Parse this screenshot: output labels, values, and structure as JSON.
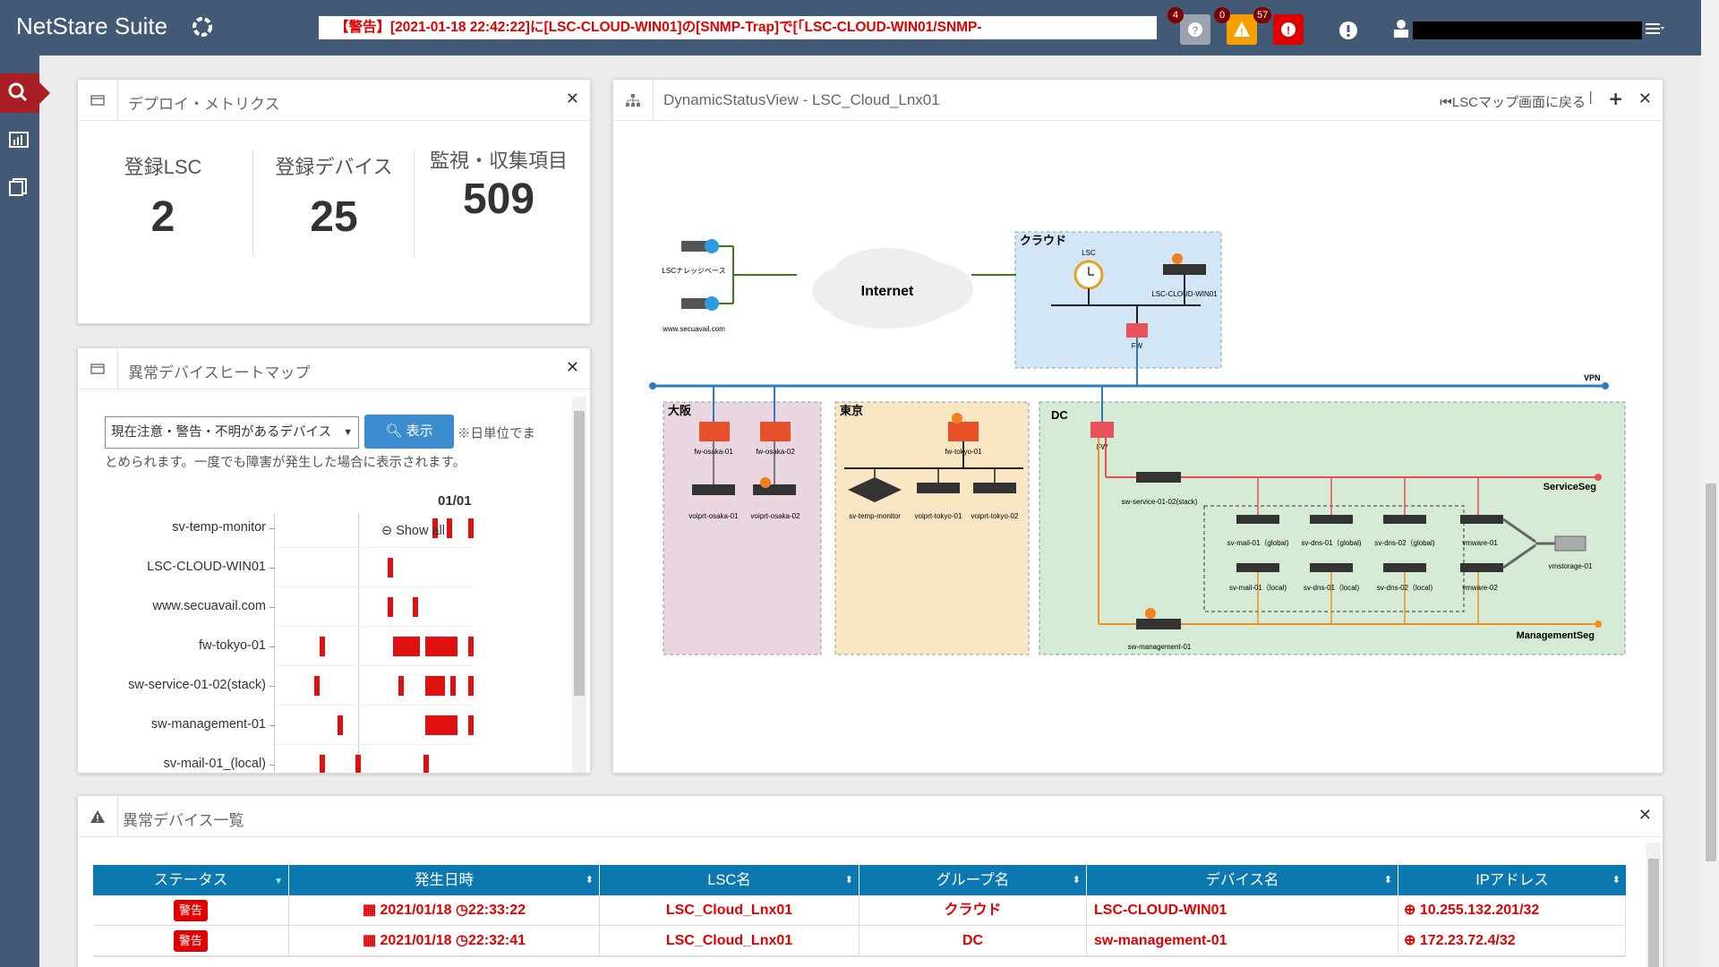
{
  "header": {
    "brand": "NetStare Suite",
    "ticker": "【警告】[2021-01-18 22:42:22]に[LSC-CLOUD-WIN01]の[SNMP-Trap]で[「LSC-CLOUD-WIN01/SNMP-",
    "badges": {
      "unknown": "4",
      "warning": "0",
      "error": "57"
    }
  },
  "metrics_panel": {
    "title": "デプロイ・メトリクス",
    "items": [
      {
        "label": "登録LSC",
        "value": "2"
      },
      {
        "label": "登録デバイス",
        "value": "25"
      },
      {
        "label": "監視・収集項目",
        "value": "509"
      }
    ]
  },
  "heatmap_panel": {
    "title": "異常デバイスヒートマップ",
    "filter_value": "現在注意・警告・不明があるデバイス",
    "show_button": "表示",
    "note_a": "※日単位でま",
    "note_b": "とめられます。一度でも障害が発生した場合に表示されます。",
    "date_label": "01/01",
    "show_all": "Show all",
    "rows": [
      "sv-temp-monitor",
      "LSC-CLOUD-WIN01",
      "www.secuavail.com",
      "fw-tokyo-01",
      "sw-service-01-02(stack)",
      "sw-management-01",
      "sv-mail-01_(local)"
    ]
  },
  "map_panel": {
    "title": "DynamicStatusView - LSC_Cloud_Lnx01",
    "back_link": "LSCマップ画面に戻る",
    "labels": {
      "cloud": "クラウド",
      "internet": "Internet",
      "lsc": "LSC",
      "lsc_knowledge": "LSCナレッジベース",
      "secuavail": "www.secuavail.com",
      "lsc_cloud_win": "LSC-CLOUD-WIN01",
      "fw": "FW",
      "vpn": "VPN",
      "osaka": "大阪",
      "tokyo": "東京",
      "dc": "DC",
      "fw_osaka_01": "fw-osaka-01",
      "fw_osaka_02": "fw-osaka-02",
      "voip_osaka_01": "voiprt-osaka-01",
      "voip_osaka_02": "voiprt-osaka-02",
      "fw_tokyo_01": "fw-tokyo-01",
      "sv_temp_monitor": "sv-temp-monitor",
      "voip_tokyo_01": "voiprt-tokyo-01",
      "voip_tokyo_02": "voiprt-tokyo-02",
      "dc_fw": "FW",
      "service_seg": "ServiceSeg",
      "management_seg": "ManagementSeg",
      "sw_service": "sw-service-01-02(stack)",
      "sw_management": "sw-management-01",
      "sv_mail_global": "sv-mail-01（global)",
      "sv_dns01_global": "sv-dns-01（global)",
      "sv_dns02_global": "sv-dns-02（global)",
      "sv_mail_local": "sv-mail-01（local)",
      "sv_dns01_local": "sv-dns-01（local)",
      "sv_dns02_local": "sv-dns-02（local)",
      "vmware01": "vmware-01",
      "vmware02": "vmware-02",
      "vmstorage": "vmstorage-01"
    }
  },
  "device_list_panel": {
    "title": "異常デバイス一覧",
    "columns": [
      "ステータス",
      "発生日時",
      "LSC名",
      "グループ名",
      "デバイス名",
      "IPアドレス"
    ],
    "rows": [
      {
        "status": "警告",
        "datetime": "2021/01/18",
        "time": "22:33:22",
        "lsc": "LSC_Cloud_Lnx01",
        "group": "クラウド",
        "device": "LSC-CLOUD-WIN01",
        "ip": "10.255.132.201/32"
      },
      {
        "status": "警告",
        "datetime": "2021/01/18",
        "time": "22:32:41",
        "lsc": "LSC_Cloud_Lnx01",
        "group": "DC",
        "device": "sw-management-01",
        "ip": "172.23.72.4/32"
      }
    ]
  },
  "colors": {
    "header": "#435a76",
    "accent_red": "#e00000",
    "table_header": "#0c78b0",
    "sidebar_active": "#a81e24"
  }
}
